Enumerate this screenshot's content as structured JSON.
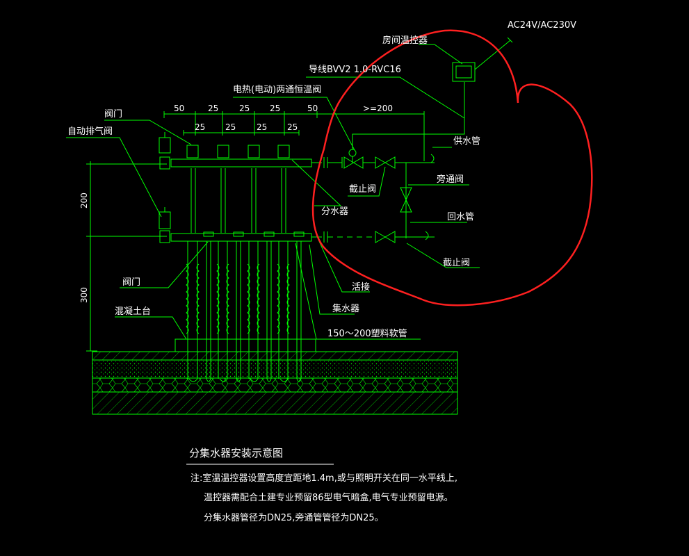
{
  "labels": {
    "power": "AC24V/AC230V",
    "thermostat": "房间温控器",
    "wire": "导线BVV2 1.0-RVC16",
    "valve_electric": "电热(电动)两通恒温阀",
    "valve_1": "阀门",
    "auto_vent": "自动排气阀",
    "supply_pipe": "供水管",
    "bypass_valve": "旁通阀",
    "stop_valve_1": "截止阀",
    "manifold": "分水器",
    "return_pipe": "回水管",
    "stop_valve_2": "截止阀",
    "valve_2": "阀门",
    "union": "活接",
    "concrete_base": "混凝土台",
    "collector": "集水器",
    "plastic_hose": "150～200塑料软管"
  },
  "dimensions": {
    "top_row": [
      "50",
      "25",
      "25",
      "25",
      "50"
    ],
    "second_row": [
      "25",
      "25",
      "25",
      "25"
    ],
    "clearance": ">=200",
    "v1": "200",
    "v2": "300"
  },
  "title": "分集水器安装示意图",
  "notes": [
    "注:室温温控器设置高度宜距地1.4m,或与照明开关在同一水平线上,",
    "温控器需配合土建专业预留86型电气暗盒,电气专业预留电源。",
    "分集水器管径为DN25,旁通管管径为DN25。"
  ],
  "colors": {
    "background": "#000000",
    "drawing": "#00ff00",
    "text": "#ffffff",
    "markup": "#ff2020"
  }
}
